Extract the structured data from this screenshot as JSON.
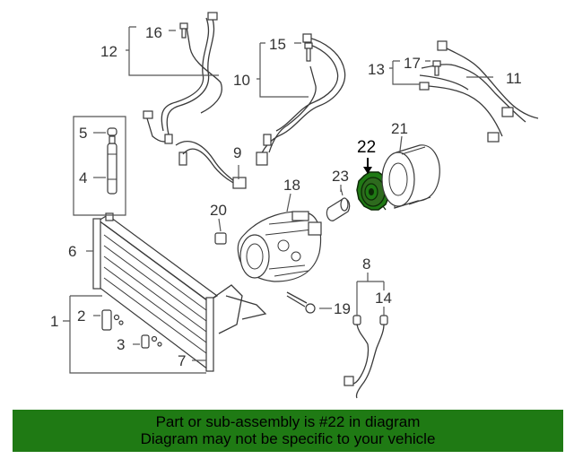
{
  "diagram": {
    "callouts": {
      "c1": "1",
      "c2": "2",
      "c3": "3",
      "c4": "4",
      "c5": "5",
      "c6": "6",
      "c7": "7",
      "c8": "8",
      "c9": "9",
      "c10": "10",
      "c11": "11",
      "c12": "12",
      "c13": "13",
      "c14": "14",
      "c15": "15",
      "c16": "16",
      "c17": "17",
      "c18": "18",
      "c19": "19",
      "c20": "20",
      "c21": "21",
      "c22": "22",
      "c23": "23"
    },
    "highlight_color": "#1f7a14"
  },
  "banner": {
    "line1": "Part or sub-assembly is #22 in diagram",
    "line2": "Diagram may not be specific to your vehicle",
    "background": "#1f7a14"
  }
}
